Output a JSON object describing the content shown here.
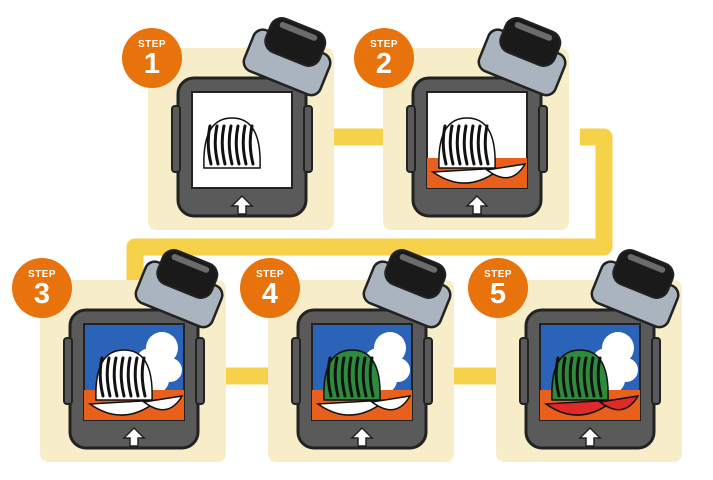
{
  "diagram": {
    "colors": {
      "panel": "#f7eec9",
      "connector": "#f5d24a",
      "badge": "#e8730c",
      "device_body": "#5a5a5a",
      "device_outline": "#222222",
      "camera_body": "#a9b4bf",
      "sky": "#2a63b8",
      "ground": "#e8601c",
      "cloud": "#ffffff",
      "melon_green": "#2e8b3d",
      "melon_red": "#e02a2a"
    },
    "steps": [
      {
        "word": "STEP",
        "number": "1",
        "stage": "line-drawing"
      },
      {
        "word": "STEP",
        "number": "2",
        "stage": "ground-color"
      },
      {
        "word": "STEP",
        "number": "3",
        "stage": "sky-and-clouds"
      },
      {
        "word": "STEP",
        "number": "4",
        "stage": "melon-green"
      },
      {
        "word": "STEP",
        "number": "5",
        "stage": "melon-red-slices"
      }
    ]
  }
}
